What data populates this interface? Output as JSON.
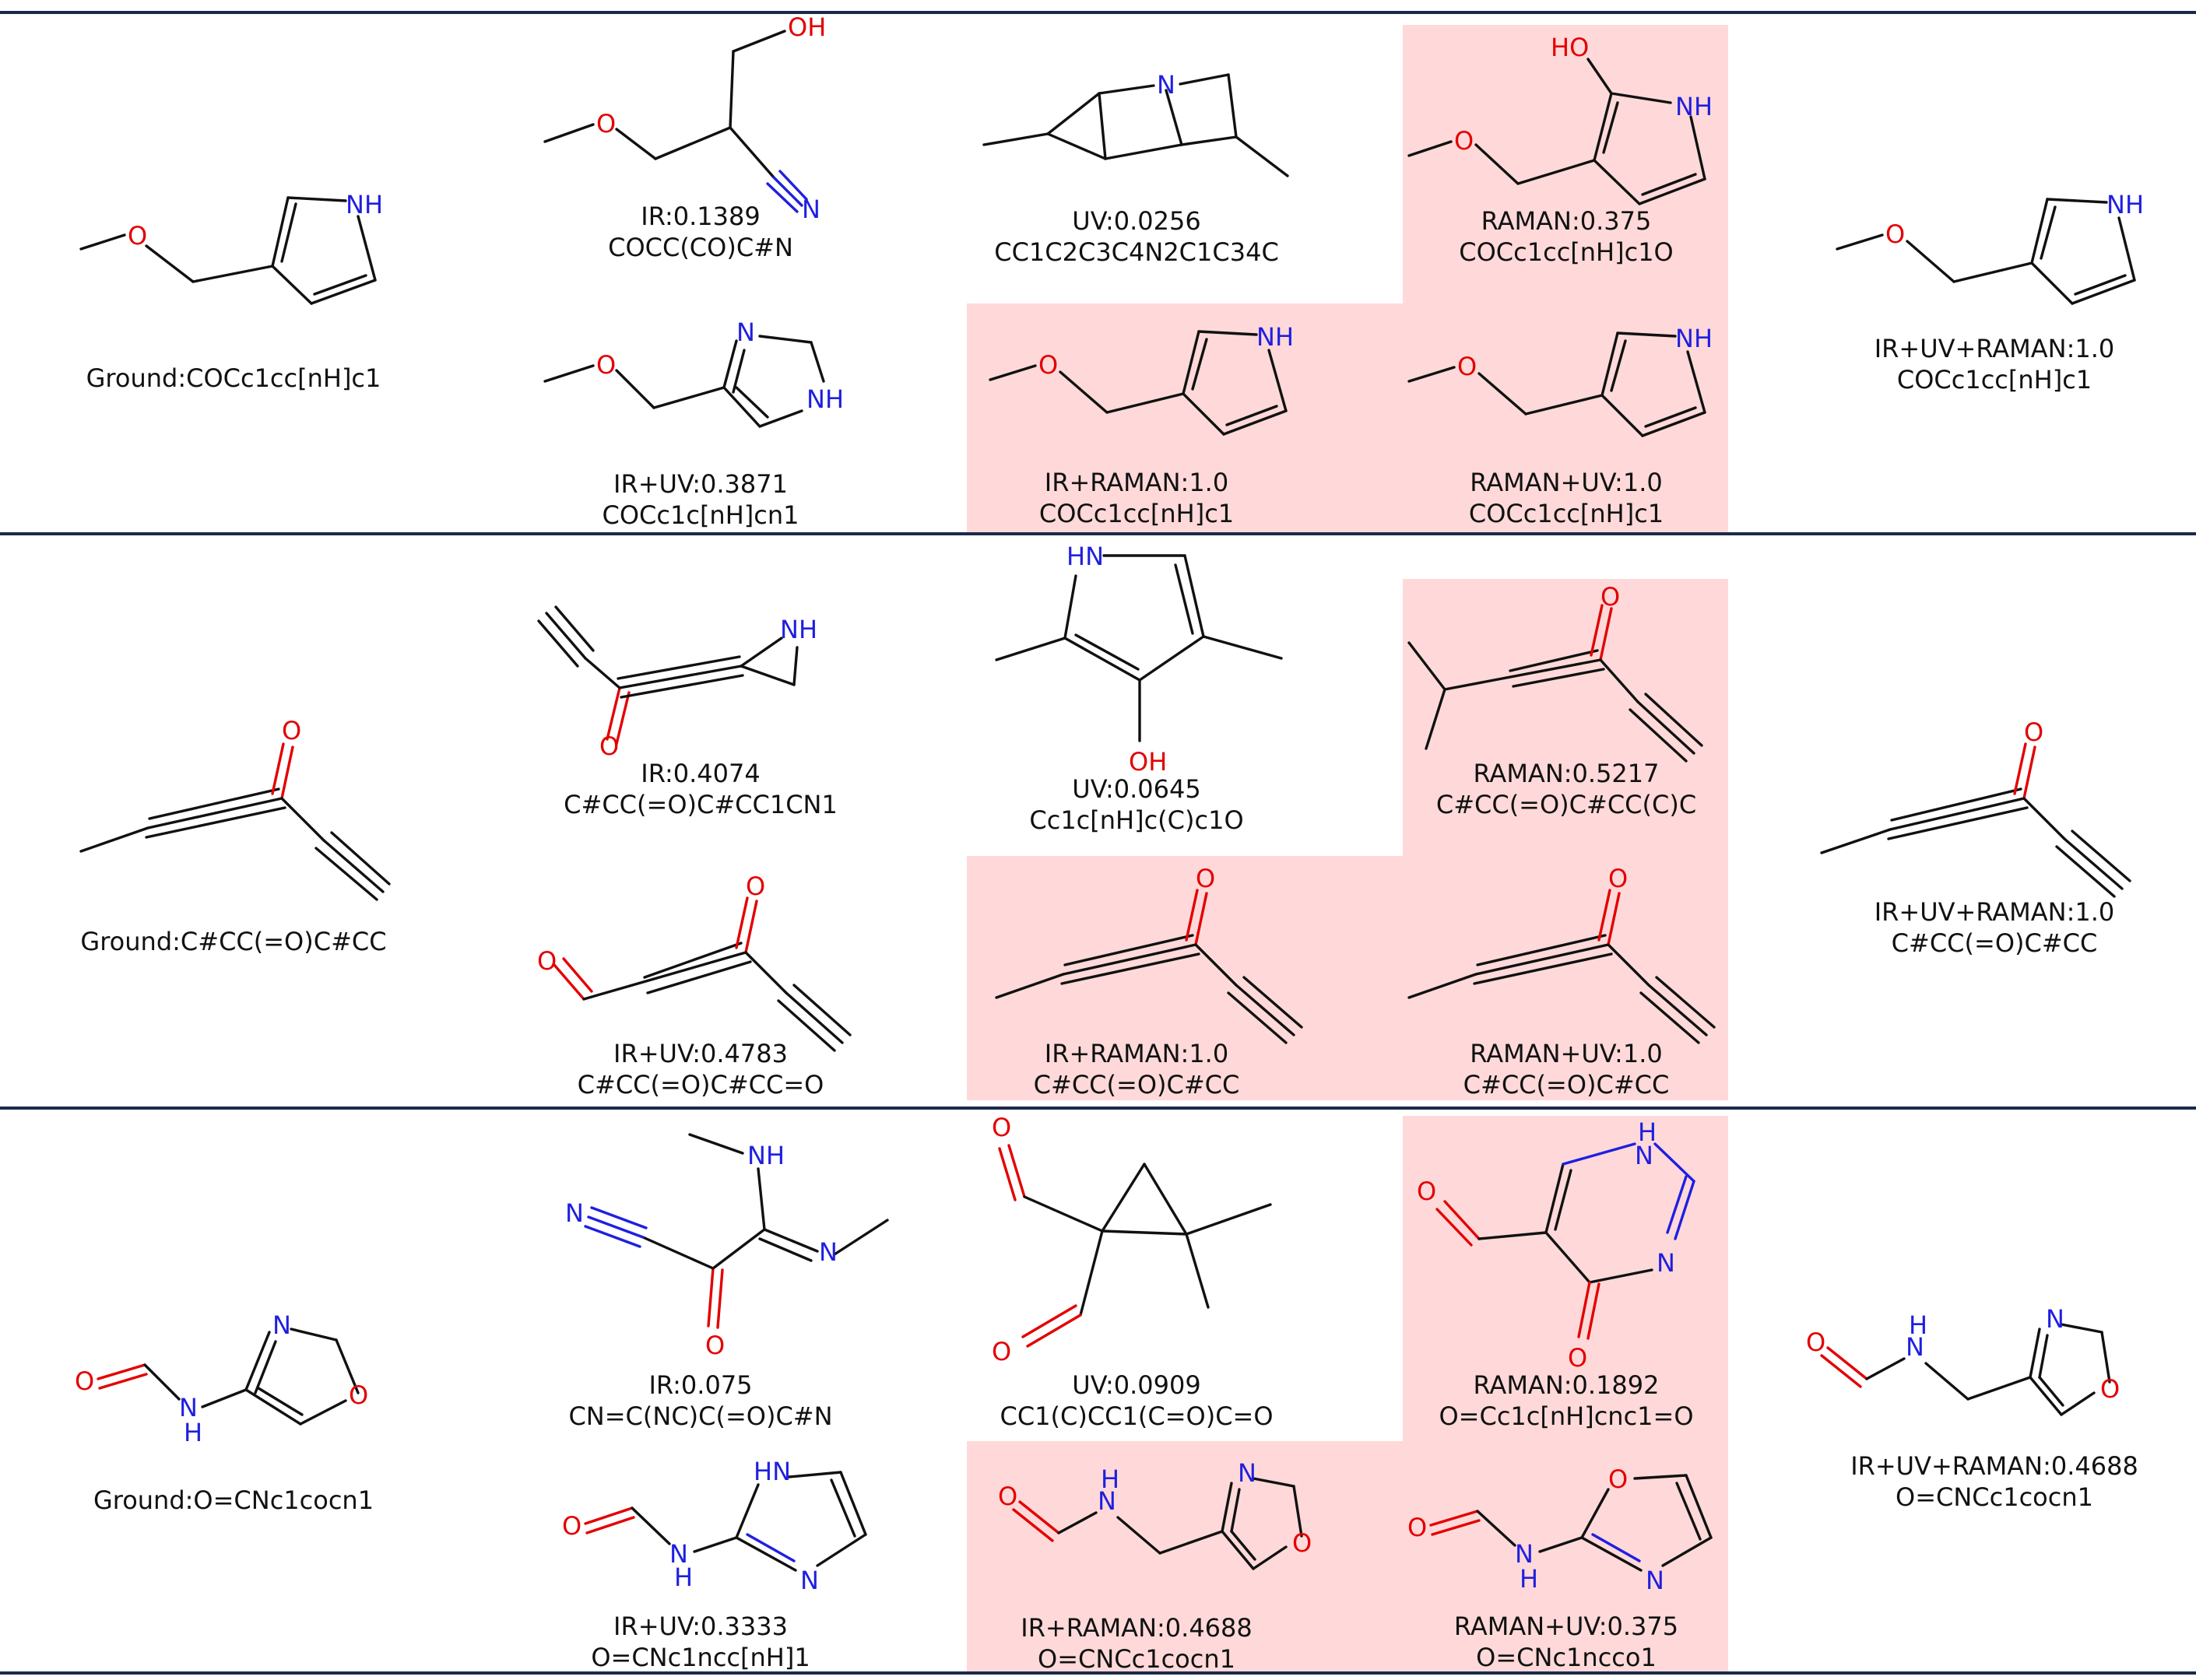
{
  "rows": [
    {
      "ground": {
        "label": "Ground:COCc1cc[nH]c1"
      },
      "cells": [
        {
          "score": "IR:0.1389",
          "smiles": "COCC(CO)C#N"
        },
        {
          "score": "UV:0.0256",
          "smiles": "CC1C2C3C4N2C1C34C"
        },
        {
          "score": "RAMAN:0.375",
          "smiles": "COCc1cc[nH]c1O"
        },
        {
          "score": "IR+UV:0.3871",
          "smiles": "COCc1c[nH]cn1"
        },
        {
          "score": "IR+RAMAN:1.0",
          "smiles": "COCc1cc[nH]c1"
        },
        {
          "score": "RAMAN+UV:1.0",
          "smiles": "COCc1cc[nH]c1"
        }
      ],
      "combined": {
        "score": "IR+UV+RAMAN:1.0",
        "smiles": "COCc1cc[nH]c1"
      }
    },
    {
      "ground": {
        "label": "Ground:C#CC(=O)C#CC"
      },
      "cells": [
        {
          "score": "IR:0.4074",
          "smiles": "C#CC(=O)C#CC1CN1"
        },
        {
          "score": "UV:0.0645",
          "smiles": "Cc1c[nH]c(C)c1O"
        },
        {
          "score": "RAMAN:0.5217",
          "smiles": "C#CC(=O)C#CC(C)C"
        },
        {
          "score": "IR+UV:0.4783",
          "smiles": "C#CC(=O)C#CC=O"
        },
        {
          "score": "IR+RAMAN:1.0",
          "smiles": "C#CC(=O)C#CC"
        },
        {
          "score": "RAMAN+UV:1.0",
          "smiles": "C#CC(=O)C#CC"
        }
      ],
      "combined": {
        "score": "IR+UV+RAMAN:1.0",
        "smiles": "C#CC(=O)C#CC"
      }
    },
    {
      "ground": {
        "label": "Ground:O=CNc1cocn1"
      },
      "cells": [
        {
          "score": "IR:0.075",
          "smiles": "CN=C(NC)C(=O)C#N"
        },
        {
          "score": "UV:0.0909",
          "smiles": "CC1(C)CC1(C=O)C=O"
        },
        {
          "score": "RAMAN:0.1892",
          "smiles": "O=Cc1c[nH]cnc1=O"
        },
        {
          "score": "IR+UV:0.3333",
          "smiles": "O=CNc1ncc[nH]1"
        },
        {
          "score": "IR+RAMAN:0.4688",
          "smiles": "O=CNCc1cocn1"
        },
        {
          "score": "RAMAN+UV:0.375",
          "smiles": "O=CNc1ncco1"
        }
      ],
      "combined": {
        "score": "IR+UV+RAMAN:0.4688",
        "smiles": "O=CNCc1cocn1"
      }
    }
  ],
  "atoms": {
    "O": "O",
    "OH": "OH",
    "HO": "HO",
    "N": "N",
    "NH": "NH",
    "HN": "HN",
    "H": "H"
  },
  "colors": {
    "highlight": "#ffd9d9",
    "separator": "#1b2a4a",
    "oxygen": "#e30000",
    "nitrogen": "#1f1fe0",
    "bond": "#111111"
  }
}
